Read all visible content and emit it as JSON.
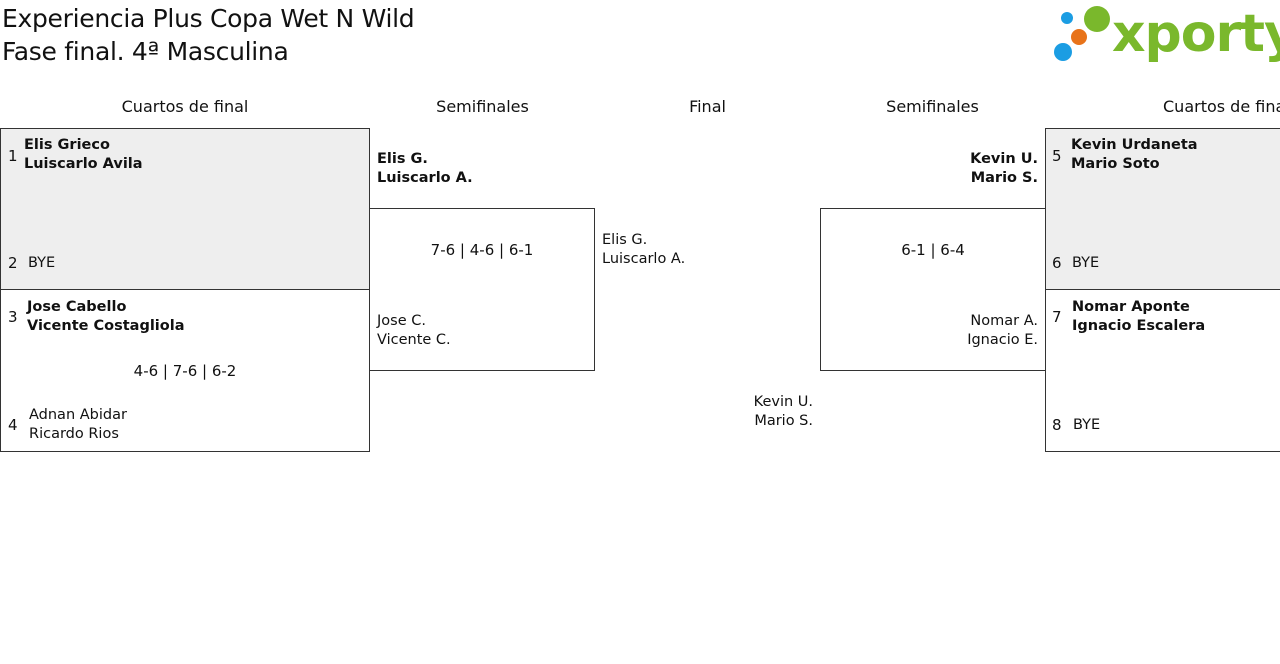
{
  "header": {
    "title": "Experiencia Plus Copa Wet N Wild",
    "subtitle": "Fase final. 4ª Masculina",
    "logo_text": "xporty",
    "logo_colors": {
      "text": "#7ab82c",
      "dot_blue": "#1b9de3",
      "dot_orange": "#e8731a",
      "dot_green": "#7ab82c"
    }
  },
  "rounds": {
    "left_quarters": "Cuartos de final",
    "left_semis": "Semifinales",
    "final": "Final",
    "right_semis": "Semifinales",
    "right_quarters": "Cuartos de final"
  },
  "left_quarters": {
    "match1": {
      "seed_a": "1",
      "team_a": [
        "Elis Grieco",
        "Luiscarlo Avila"
      ],
      "seed_b": "2",
      "team_b": [
        "BYE"
      ]
    },
    "match2": {
      "seed_a": "3",
      "team_a": [
        "Jose Cabello",
        "Vicente Costagliola"
      ],
      "score": "4-6 | 7-6 | 6-2",
      "seed_b": "4",
      "team_b": [
        "Adnan Abidar",
        "Ricardo Rios"
      ]
    }
  },
  "left_semi": {
    "team_a": [
      "Elis G.",
      "Luiscarlo A."
    ],
    "score": "7-6 | 4-6 | 6-1",
    "team_b": [
      "Jose C.",
      "Vicente C."
    ]
  },
  "final": {
    "team_a": [
      "Elis G.",
      "Luiscarlo A."
    ],
    "team_b": [
      "Kevin U.",
      "Mario S."
    ]
  },
  "right_semi": {
    "team_a": [
      "Kevin U.",
      "Mario S."
    ],
    "score": "6-1 | 6-4",
    "team_b": [
      "Nomar A.",
      "Ignacio E."
    ]
  },
  "right_quarters": {
    "match1": {
      "seed_a": "5",
      "team_a": [
        "Kevin Urdaneta",
        "Mario Soto"
      ],
      "seed_b": "6",
      "team_b": [
        "BYE"
      ]
    },
    "match2": {
      "seed_a": "7",
      "team_a": [
        "Nomar Aponte",
        "Ignacio Escalera"
      ],
      "seed_b": "8",
      "team_b": [
        "BYE"
      ]
    }
  }
}
